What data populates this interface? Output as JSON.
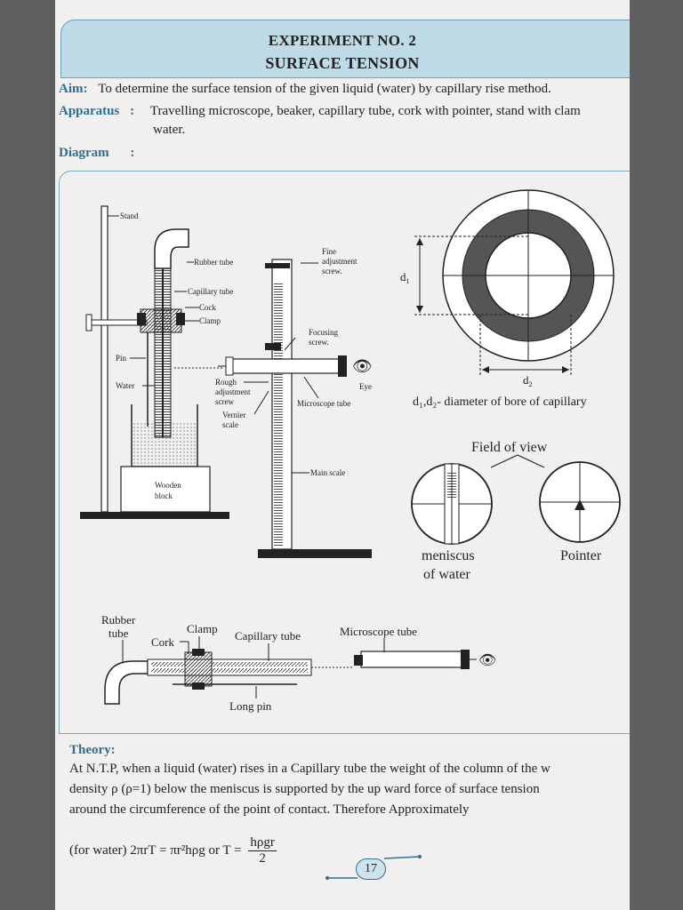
{
  "header": {
    "line1": "EXPERIMENT NO. 2",
    "line2": "SURFACE TENSION"
  },
  "aim": {
    "label": "Aim:",
    "text": "To determine the surface tension of the given liquid (water) by capillary rise method."
  },
  "apparatus": {
    "label": "Apparatus",
    "colon": ":",
    "line1": "Travelling microscope, beaker, capillary tube, cork with pointer, stand with clam",
    "line2": "water."
  },
  "diagram": {
    "label": "Diagram",
    "colon": ":",
    "labels": {
      "stand": "Stand",
      "rubber_tube": "Rubber tube",
      "capillary_tube": "Capillary tube",
      "cock": "Cock",
      "clamp": "Clamp",
      "pin": "Pin",
      "water": "Water",
      "wooden": "Wooden",
      "block": "block",
      "fine1": "Fine",
      "fine2": "adjustment",
      "fine3": "screw.",
      "focusing1": "Focusing",
      "focusing2": "screw.",
      "rough1": "Rough",
      "rough2": "adjustment",
      "rough3": "screw",
      "vernier1": "Vernier",
      "vernier2": "scale",
      "eye": "Eye",
      "microscope_tube": "Microscope tube",
      "main_scale": "Main scale",
      "d1": "d",
      "d1_sub": "1",
      "d2": "d",
      "d2_sub": "2",
      "diameter_caption": "d₁,d₂- diameter of bore of capillary",
      "field_of_view": "Field of view",
      "meniscus1": "meniscus",
      "meniscus2": "of water",
      "pointer": "Pointer",
      "b_rubber1": "Rubber",
      "b_rubber2": "tube",
      "b_clamp": "Clamp",
      "b_cork": "Cork",
      "b_capillary": "Capillary tube",
      "b_microscope": "Microscope tube",
      "b_long_pin": "Long pin"
    }
  },
  "theory": {
    "title": "Theory:",
    "line1": "At N.T.P, when a liquid (water) rises  in a Capillary tube the weight of the column of the w",
    "line2": "density ρ (ρ=1) below the meniscus is supported by  the up ward force of surface tension",
    "line3": "around the circumference of the point of contact. Therefore Approximately",
    "formula_left": "(for water) 2πrT = πr²hρg or T =",
    "formula_num": "hρgr",
    "formula_den": "2"
  },
  "page_number": "17",
  "colors": {
    "accent": "#2f6f93",
    "header_fill": "#bfdbe7",
    "page": "#f1f0ee",
    "background": "#5f5f61"
  }
}
